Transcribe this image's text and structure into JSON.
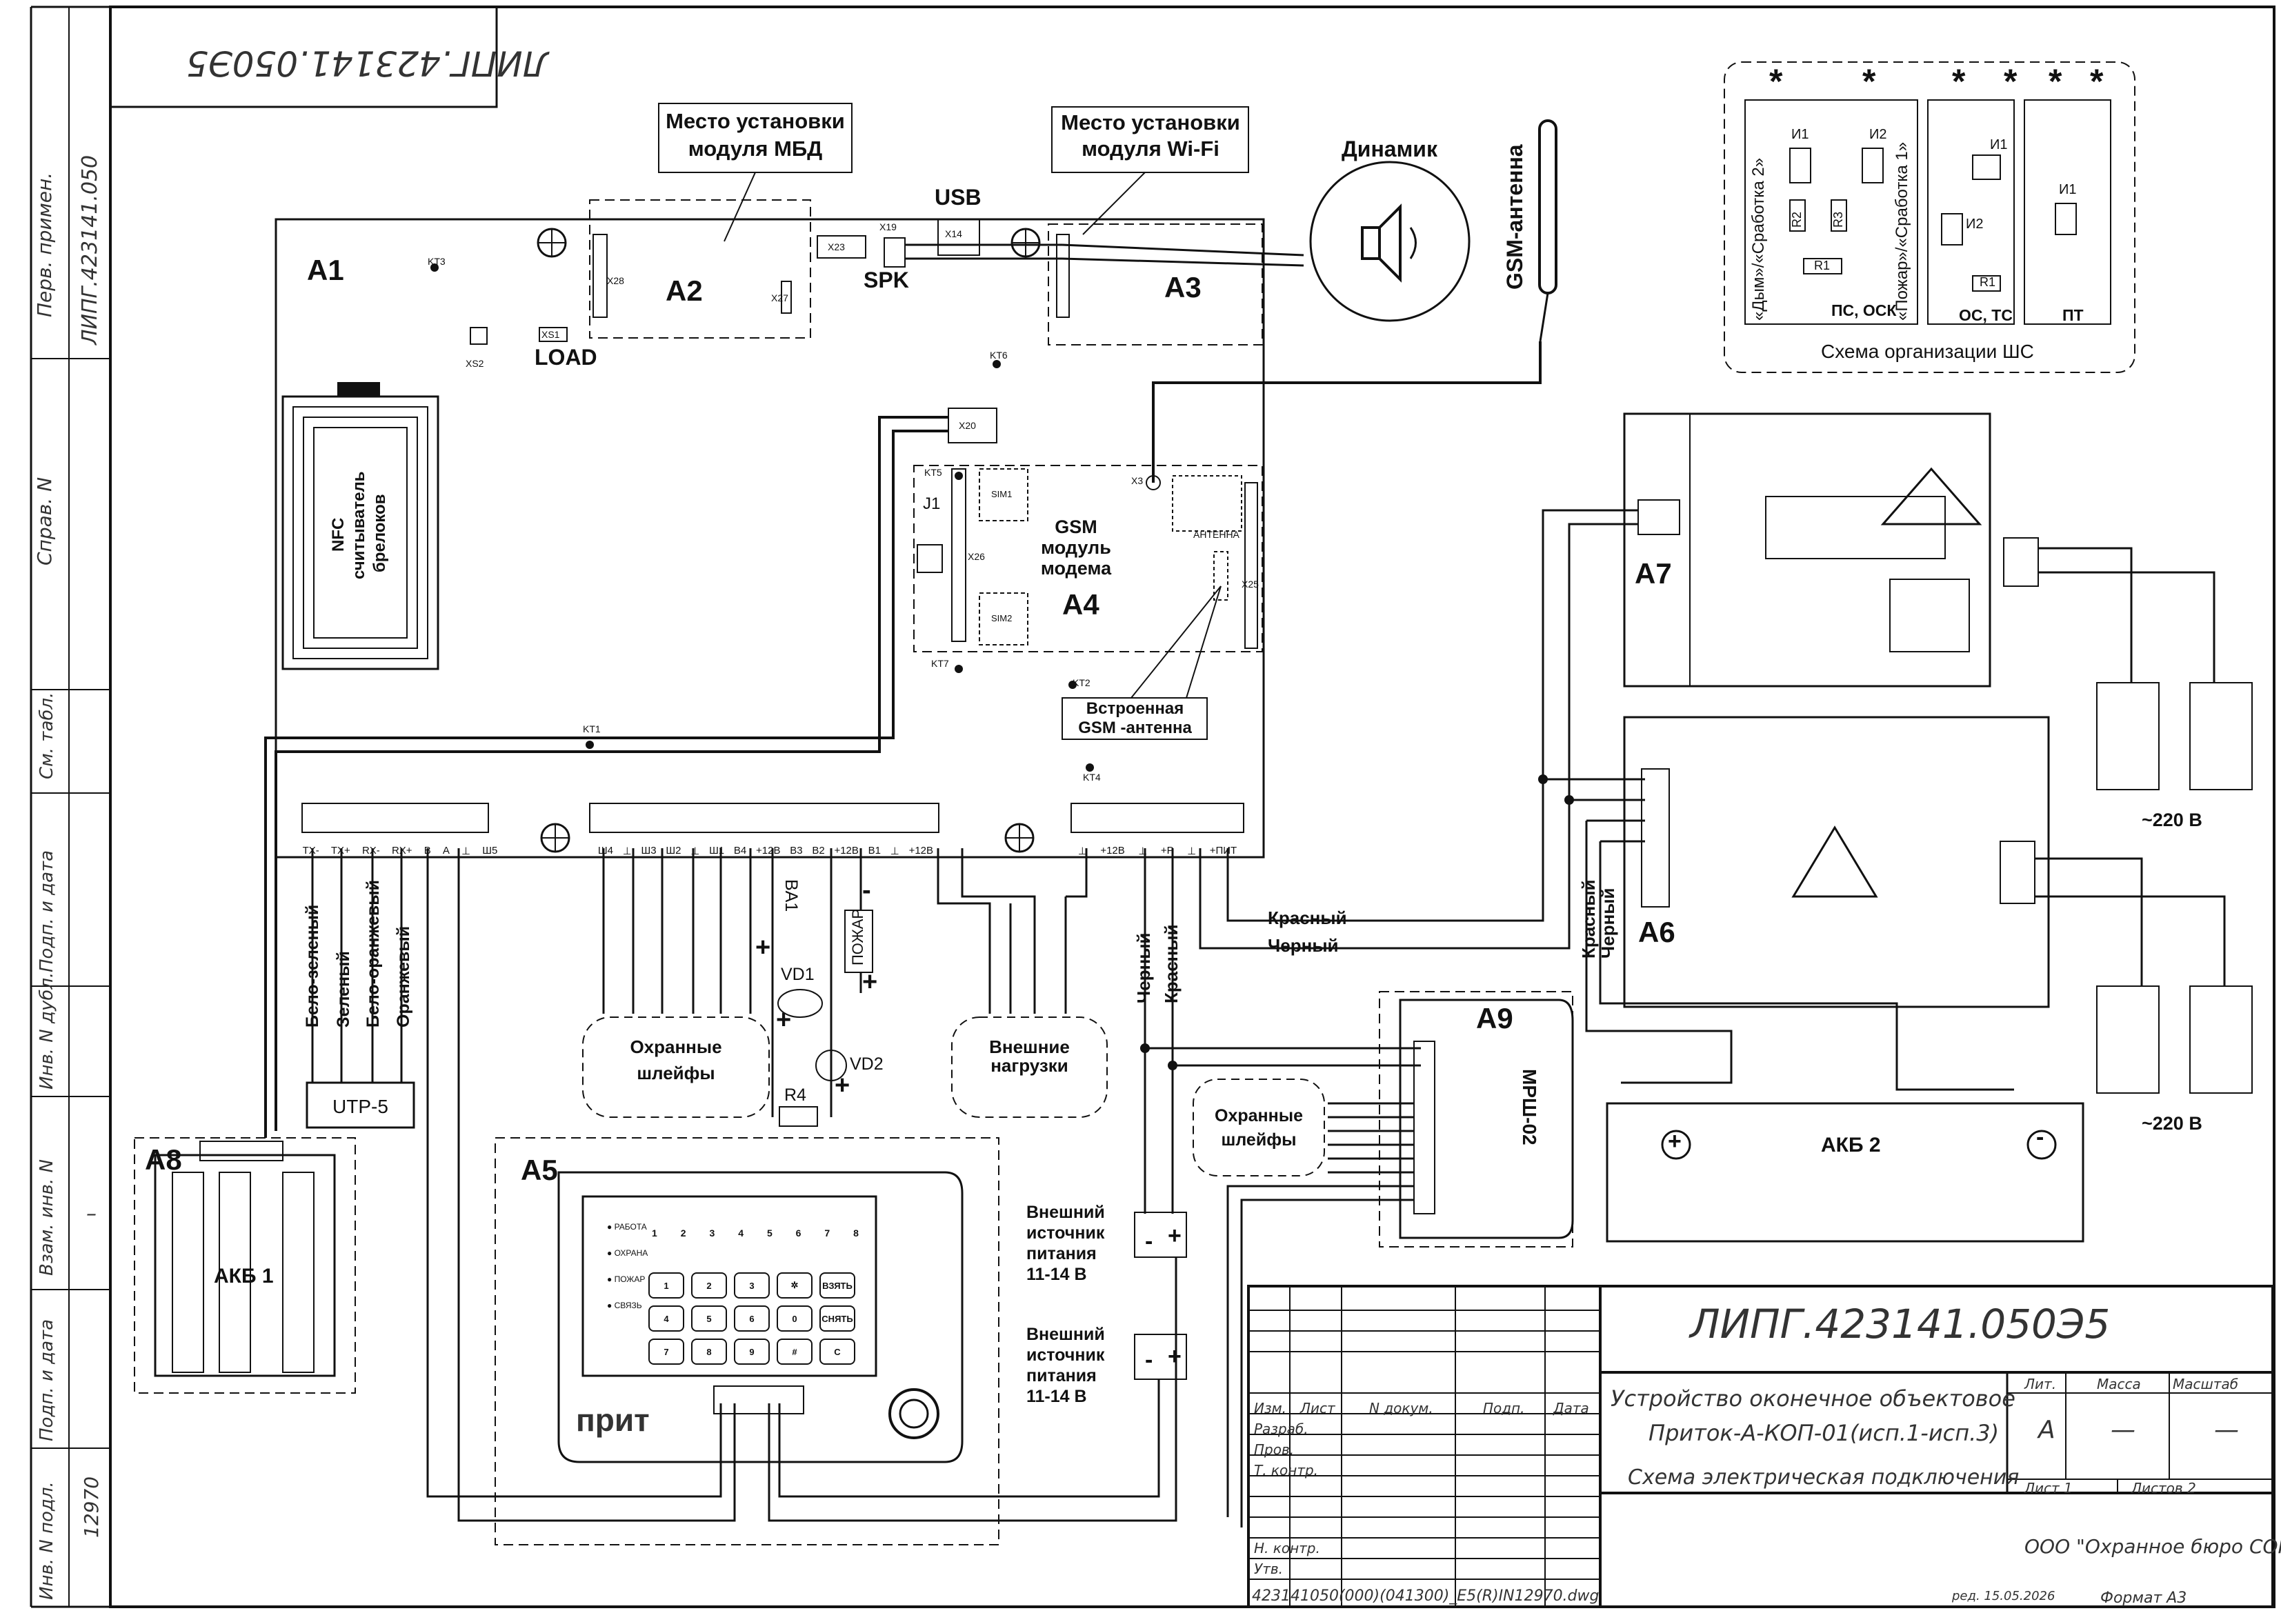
{
  "stamp": {
    "doc_number": "ЛИПГ.423141.050Э5",
    "doc_number_mirrored": "ЛИПГ.423141.050Э5",
    "title_line1": "Устройство оконечное объектовое",
    "title_line2": "Приток-А-КОП-01(исп.1-исп.3)",
    "subtitle": "Схема электрическая подключения",
    "col_izm": "Изм.",
    "col_list": "Лист",
    "col_ndokum": "N докум.",
    "col_podp": "Подп.",
    "col_data": "Дата",
    "row_razrab": "Разраб.",
    "row_prov": "Пров.",
    "row_tkontr": "Т. контр.",
    "row_nkontr": "Н. контр.",
    "row_utv": "Утв.",
    "lit_label": "Лит.",
    "massa_label": "Масса",
    "masshtab_label": "Масштаб",
    "lit_value": "А",
    "massa_value": "—",
    "masshtab_value": "—",
    "sheet": "Лист  1",
    "sheets": "Листов  2",
    "org": "ООО \"Охранное бюро СОКРАТ\"",
    "filename": "423141050(000)(041300)_E5(R)IN12970.dwg",
    "rev": "ред.  15.05.2026",
    "format": "Формат  А3"
  },
  "side_fields": {
    "perv_primen": "Перв. примен.",
    "perv_value": "ЛИПГ.423141.050",
    "sprav": "Справ. N",
    "sm_tabl": "См. табл.",
    "podp_data": "Подп. и дата",
    "inv_dubl": "Инв. N дубл.",
    "vzam_inv": "Взам. инв. N",
    "podp_data2": "Подп. и дата",
    "inv_podl": "Инв. N подл.",
    "inv_podl_value": "12970",
    "dash": "–"
  },
  "board": {
    "a1": "А1",
    "a2": "А2",
    "a3": "А3",
    "a4": "А4",
    "a5": "А5",
    "a6": "А6",
    "a7": "А7",
    "a8": "А8",
    "a9": "А9",
    "mbd_callout_1": "Место установки",
    "mbd_callout_2": "модуля МБД",
    "wifi_callout_1": "Место установки",
    "wifi_callout_2": "модуля Wi-Fi",
    "usb": "USB",
    "spk": "SPK",
    "load": "LOAD",
    "dinamik": "Динамик",
    "gsm_antenna": "GSM-антенна",
    "nfc_1": "NFC",
    "nfc_2": "считыватель",
    "nfc_3": "брелоков",
    "gsm_mod_1": "GSM",
    "gsm_mod_2": "модуль",
    "gsm_mod_3": "модема",
    "j1": "J1",
    "builtin_ant_1": "Встроенная",
    "builtin_ant_2": "GSM -антенна",
    "antenna_sm": "АНТЕННА",
    "x3": "X3",
    "x14": "X14",
    "x19": "X19",
    "x20": "X20",
    "x23": "X23",
    "x25": "X25",
    "x26": "X26",
    "x27": "X27",
    "x28": "X28",
    "xs1": "XS1",
    "xs2": "XS2",
    "kt1": "KT1",
    "kt2": "KT2",
    "kt3": "KT3",
    "kt4": "KT4",
    "kt5": "KT5",
    "kt6": "KT6",
    "kt7": "KT7",
    "sim1": "SIM1",
    "sim2": "SIM2"
  },
  "terminals": {
    "left": [
      "TX-",
      "TX+",
      "RX-",
      "RX+",
      "B",
      "A",
      "⊥",
      "Ш5"
    ],
    "mid": [
      "Ш4",
      "⊥",
      "Ш3",
      "Ш2",
      "⊥",
      "Ш1",
      "В4",
      "+12В",
      "В3",
      "В2",
      "+12В",
      "В1",
      "⊥",
      "+12В"
    ],
    "right": [
      "⊥",
      "+12В",
      "⊥",
      "+Р",
      "⊥",
      "+ПИТ"
    ]
  },
  "wiring": {
    "wire_bz": "Бело-зеленый",
    "wire_z": "Зеленый",
    "wire_bo": "Бело-оранжевый",
    "wire_o": "Оранжевый",
    "utp": "UTP-5",
    "ba1": "BA1",
    "pozhar": "ПОЖАР",
    "vd1": "VD1",
    "vd2": "VD2",
    "r4": "R4",
    "plus": "+",
    "minus": "-",
    "ohr_1": "Охранные",
    "ohr_2": "шлейфы",
    "vn_1": "Внешние",
    "vn_2": "нагрузки",
    "red": "Красный",
    "black": "Черный",
    "ext_src_1": "Внешний",
    "ext_src_2": "источник",
    "ext_src_3": "питания",
    "ext_src_4": "11-14 В",
    "ohr9_1": "Охранные",
    "ohr9_2": "шлейфы",
    "mrsh": "МРШ-02",
    "v220": "~220 В",
    "akb1": "АКБ 1",
    "akb2": "АКБ 2"
  },
  "keypad": {
    "leds": [
      "РАБОТА",
      "ОХРАНА",
      "ПОЖАР",
      "СВЯЗЬ"
    ],
    "nums": [
      "1",
      "2",
      "3",
      "4",
      "5",
      "6",
      "7",
      "8"
    ],
    "keys": [
      "1",
      "2",
      "3",
      "✲",
      "ВЗЯТЬ",
      "4",
      "5",
      "6",
      "0",
      "СНЯТЬ",
      "7",
      "8",
      "9",
      "#",
      "С"
    ],
    "brand": "прит"
  },
  "shs": {
    "title": "Схема организации ШС",
    "ps_osk": "ПС, ОСК",
    "os_ts": "ОС, ТС",
    "pt": "ПТ",
    "dym": "«Дым»/«Сработка 2»",
    "pozhar": "«Пожар»/«Сработка 1»",
    "i1": "И1",
    "i2": "И2",
    "r1": "R1",
    "r2": "R2",
    "r3": "R3",
    "star": "*"
  }
}
